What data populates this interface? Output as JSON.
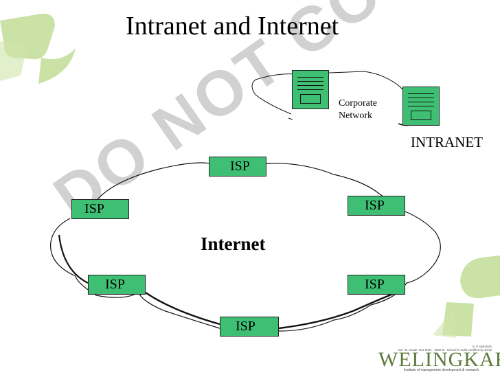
{
  "title": "Intranet and Internet",
  "internet_label": "Internet",
  "intranet_label": "INTRANET",
  "corporate_network": [
    "Corporate",
    "Network"
  ],
  "isp_label": "ISP",
  "watermark": "DO NOT COPY",
  "footer": {
    "author_line": "S. P. Mandal's",
    "accreditation_line": "Sal. W. Grade 'ISO 9001 : 2000 & - School in India Certified by BVQi",
    "logo": "WELINGKAR",
    "logo_subtitle": "Institute of management development & research"
  },
  "colors": {
    "node_fill": "#3fbf73",
    "watermark": "#c9c9c9",
    "accent_green": "#9dc25a",
    "logo": "#5c7a3a"
  }
}
